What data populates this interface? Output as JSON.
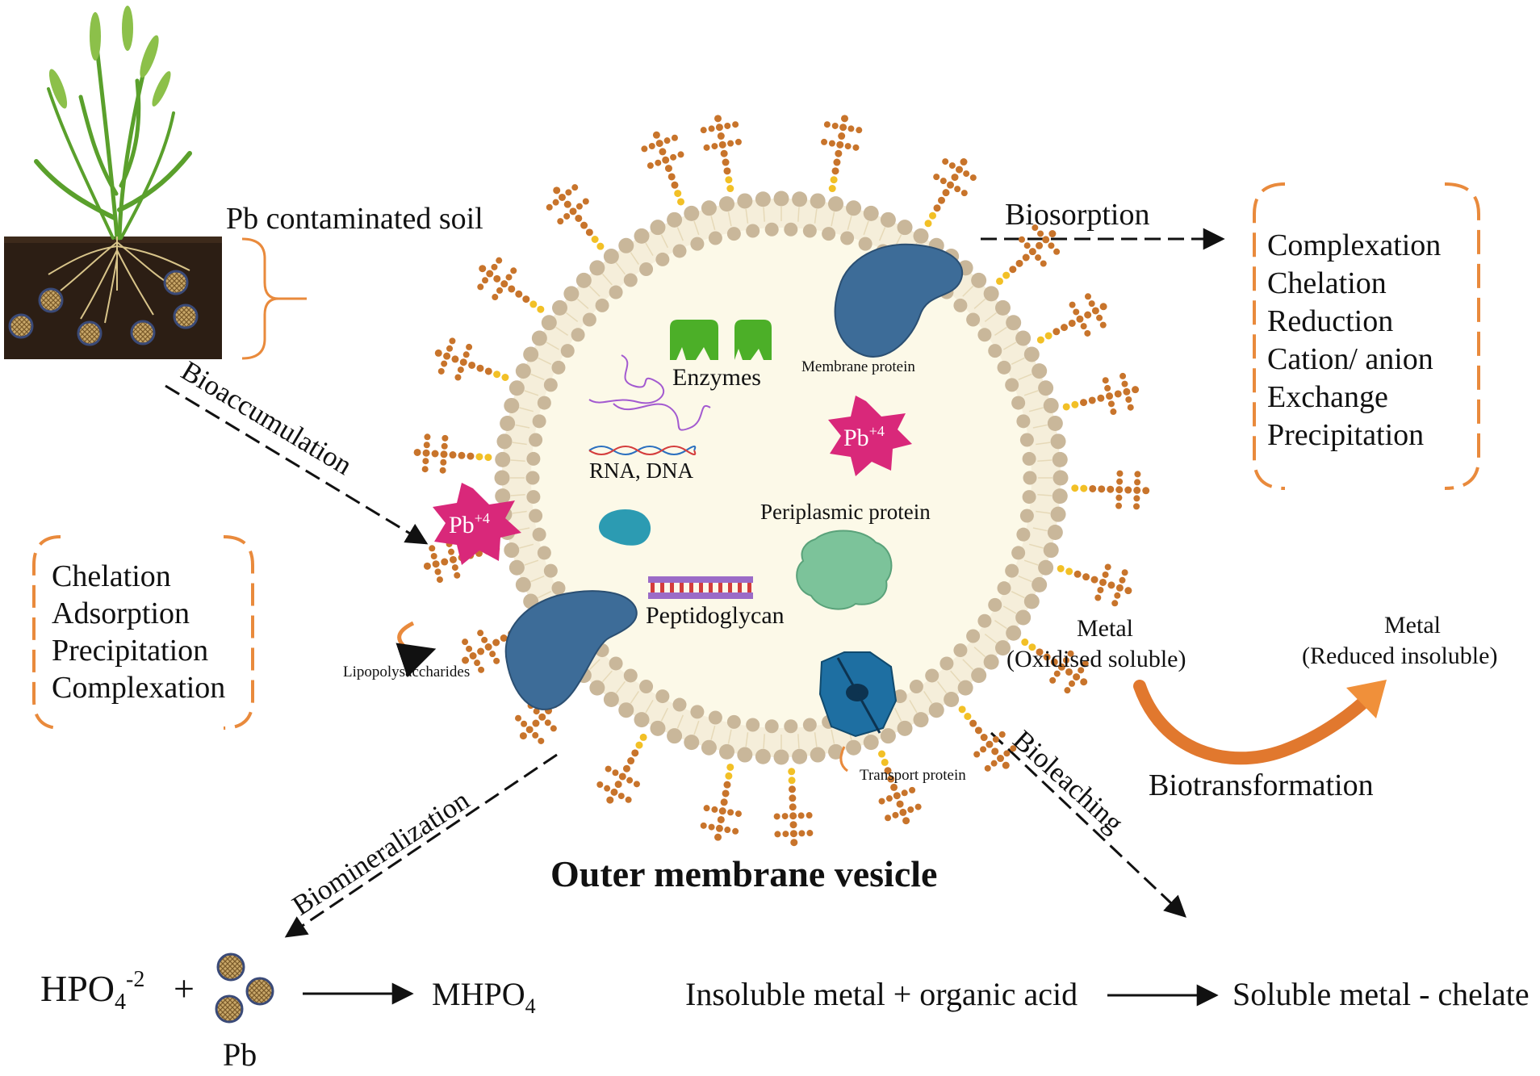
{
  "soil_label": "Pb contaminated soil",
  "processes": {
    "bioaccumulation": "Bioaccumulation",
    "biosorption": "Biosorption",
    "biomineralization": "Biomineralization",
    "bioleaching": "Bioleaching",
    "biotransformation": "Biotransformation"
  },
  "left_mechanisms": [
    "Chelation",
    "Adsorption",
    "Precipitation",
    "Complexation"
  ],
  "right_mechanisms": [
    "Complexation",
    "Chelation",
    "Reduction",
    "Cation/ anion",
    "Exchange",
    "Precipitation"
  ],
  "cell_labels": {
    "enzymes": "Enzymes",
    "nucleic": "RNA, DNA",
    "membrane_protein": "Membrane protein",
    "periplasmic": "Periplasmic protein",
    "peptidoglycan": "Peptidoglycan",
    "lps": "Lipopolysaccharides",
    "transport": "Transport protein",
    "pb_ion_base": "Pb",
    "pb_ion_charge": "+4"
  },
  "vesicle_title": "Outer membrane vesicle",
  "metal_left": {
    "line1": "Metal",
    "line2": "(Oxidised soluble)"
  },
  "metal_right": {
    "line1": "Metal",
    "line2": "(Reduced  insoluble)"
  },
  "biomineral_eq": {
    "reactant_base": "HPO",
    "reactant_sub": "4",
    "reactant_sup": "-2",
    "plus": "+",
    "pb_label": "Pb",
    "product_base": "MHPO",
    "product_sub": "4"
  },
  "bioleach_eq": {
    "left": "Insoluble metal + organic acid",
    "right": "Soluble metal - chelate"
  },
  "colors": {
    "orange_accent": "#E98A3C",
    "lipid_head": "#C9B79A",
    "lps_chain": "#C8742B",
    "pb_star": "#D9287A",
    "protein_blue": "#3D6C98",
    "enzyme_green": "#4CAF28",
    "soil": "#2C1E14"
  }
}
